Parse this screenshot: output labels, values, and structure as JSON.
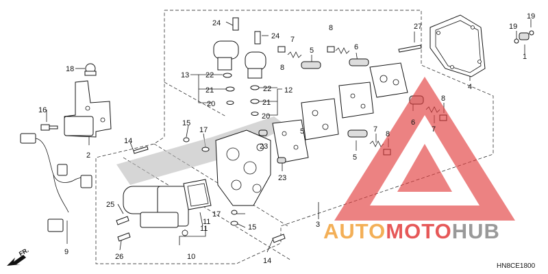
{
  "callouts": [
    "1",
    "2",
    "3",
    "4",
    "5",
    "5",
    "5",
    "6",
    "6",
    "7",
    "7",
    "7",
    "8",
    "8",
    "8",
    "8",
    "9",
    "10",
    "11",
    "11",
    "12",
    "13",
    "14",
    "14",
    "15",
    "15",
    "16",
    "17",
    "17",
    "18",
    "19",
    "19",
    "20",
    "20",
    "21",
    "21",
    "22",
    "22",
    "23",
    "23",
    "24",
    "24",
    "25",
    "26",
    "27"
  ],
  "diagram_code": "HN8CE1800",
  "direction_label": "FR.",
  "watermark": {
    "part1": "AUTO",
    "part2": "MOTO",
    "part3": "HUB",
    "color_primary": "#f2a23a",
    "color_secondary": "#e23b3b",
    "color_tertiary": "#888888"
  },
  "icons": {
    "direction_arrow": "arrow-down-left-icon",
    "watermark_logo": "triangle-a-logo-icon"
  }
}
